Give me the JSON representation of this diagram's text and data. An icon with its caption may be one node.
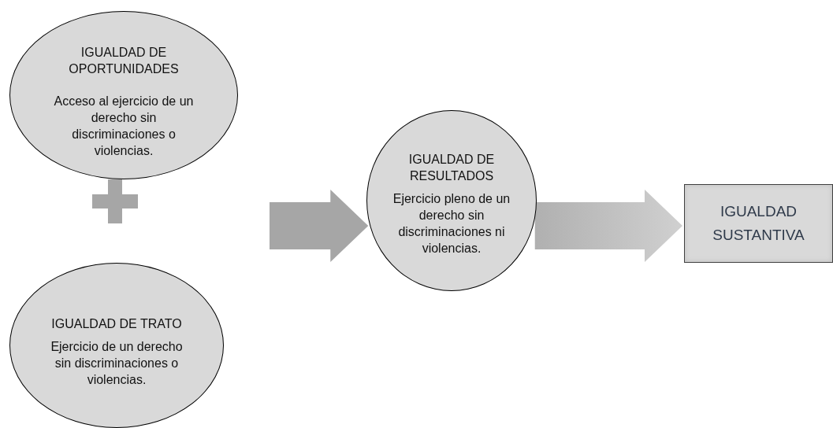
{
  "diagram": {
    "nodes": [
      {
        "text": [
          "IGUALDAD DE OPORTUNIDADES",
          "Acceso al ejercicio de un derecho sin discriminaciones o violencias."
        ]
      },
      {
        "text": [
          "IGUALDAD DE TRATO",
          "Ejercicio de un derecho sin discriminaciones o violencias."
        ]
      },
      {
        "text": [
          "IGUALDAD DE RESULTADOS",
          "Ejercicio pleno de un derecho sin discriminaciones ni violencias."
        ]
      },
      {
        "text": [
          "IGUALDAD SUSTANTIVA"
        ]
      }
    ],
    "edges": [
      {
        "from": null,
        "to": 2,
        "arrow": "to"
      },
      {
        "from": 2,
        "to": 3,
        "arrow": "to"
      }
    ]
  }
}
